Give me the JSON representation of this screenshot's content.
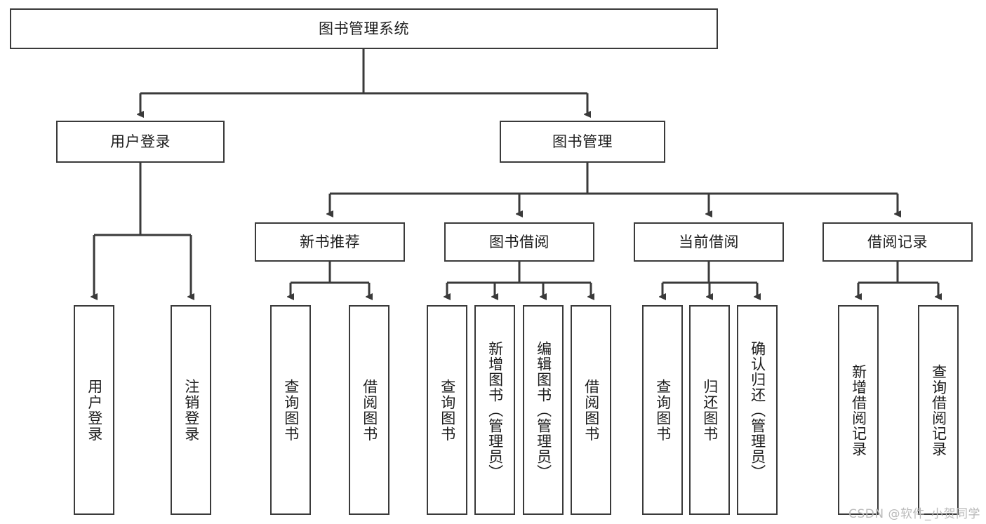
{
  "diagram": {
    "type": "tree-hierarchy-chart",
    "root": {
      "id": "root",
      "label": "图书管理系统"
    },
    "level2": [
      {
        "id": "user-login",
        "label": "用户登录"
      },
      {
        "id": "book-management",
        "label": "图书管理"
      }
    ],
    "level3": [
      {
        "id": "new-book-recommend",
        "label": "新书推荐"
      },
      {
        "id": "book-borrow",
        "label": "图书借阅"
      },
      {
        "id": "current-borrow",
        "label": "当前借阅"
      },
      {
        "id": "borrow-record",
        "label": "借阅记录"
      }
    ],
    "leaves": [
      {
        "id": "leaf-user-login",
        "label": "用户登录",
        "parent": "user-login"
      },
      {
        "id": "leaf-user-logout",
        "label": "注销登录",
        "parent": "user-login"
      },
      {
        "id": "leaf-query-book-1",
        "label": "查询图书",
        "parent": "new-book-recommend"
      },
      {
        "id": "leaf-borrow-book-1",
        "label": "借阅图书",
        "parent": "new-book-recommend"
      },
      {
        "id": "leaf-query-book-2",
        "label": "查询图书",
        "parent": "book-borrow"
      },
      {
        "id": "leaf-add-book",
        "label": "新增图书（管理员）",
        "parent": "book-borrow"
      },
      {
        "id": "leaf-edit-book",
        "label": "编辑图书（管理员）",
        "parent": "book-borrow"
      },
      {
        "id": "leaf-borrow-book-2",
        "label": "借阅图书",
        "parent": "book-borrow"
      },
      {
        "id": "leaf-query-book-3",
        "label": "查询图书",
        "parent": "current-borrow"
      },
      {
        "id": "leaf-return-book",
        "label": "归还图书",
        "parent": "current-borrow"
      },
      {
        "id": "leaf-confirm-return",
        "label": "确认归还（管理员）",
        "parent": "current-borrow"
      },
      {
        "id": "leaf-add-record",
        "label": "新增借阅记录",
        "parent": "borrow-record"
      },
      {
        "id": "leaf-query-record",
        "label": "查询借阅记录",
        "parent": "borrow-record"
      }
    ]
  },
  "watermark": {
    "text": "CSDN @软件_小贺同学"
  },
  "colors": {
    "stroke": "#3a3a3a",
    "background": "#ffffff",
    "text": "#1c1c1c",
    "watermark": "#b9b9b9"
  }
}
